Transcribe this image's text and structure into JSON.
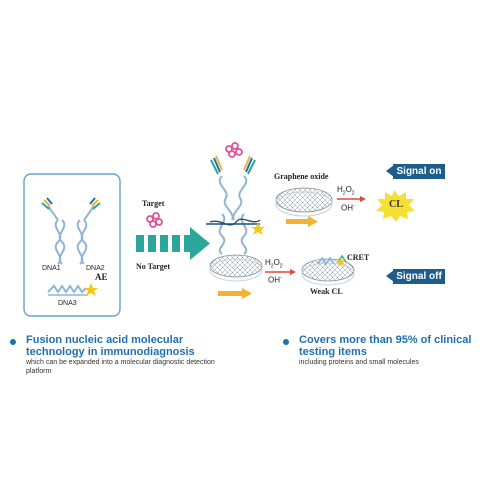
{
  "diagram": {
    "labels": {
      "dna1": "DNA1",
      "dna2": "DNA2",
      "dna3": "DNA3",
      "ae": "AE",
      "target": "Target",
      "no_target": "No Target",
      "graphene_oxide": "Graphene oxide",
      "h2o2_top": "H",
      "h2o2_top_sub1": "2",
      "h2o2_top_o": "O",
      "h2o2_top_sub2": "2",
      "oh_top": "OH",
      "oh_top_sup": "-",
      "cl": "CL",
      "h2o2_bot": "H",
      "h2o2_bot_sub1": "2",
      "h2o2_bot_o": "O",
      "h2o2_bot_sub2": "2",
      "oh_bot": "OH",
      "oh_bot_sup": "-",
      "cret": "CRET",
      "weak_cl": "Weak CL",
      "signal_on": "Signal on",
      "signal_off": "Signal off"
    },
    "colors": {
      "box_border": "#6aa2cc",
      "dna_strand": "#8fb4d6",
      "badge": "#1e5c8c",
      "teal_arrow": "#2aa79a",
      "orange_arrow": "#f2b233",
      "red_arrow": "#e0463c",
      "star": "#f5c518",
      "target_pink": "#e0519a",
      "bullet": "#1f6fb2",
      "feature_title": "#1f6fb2"
    }
  },
  "features": [
    {
      "title": "Fusion nucleic acid molecular technology in immunodiagnosis",
      "desc": "which can be expanded into a molecular diagnostic detection platform"
    },
    {
      "title": "Covers more than 95% of clinical testing items",
      "desc": "including proteins and small molecules"
    }
  ]
}
